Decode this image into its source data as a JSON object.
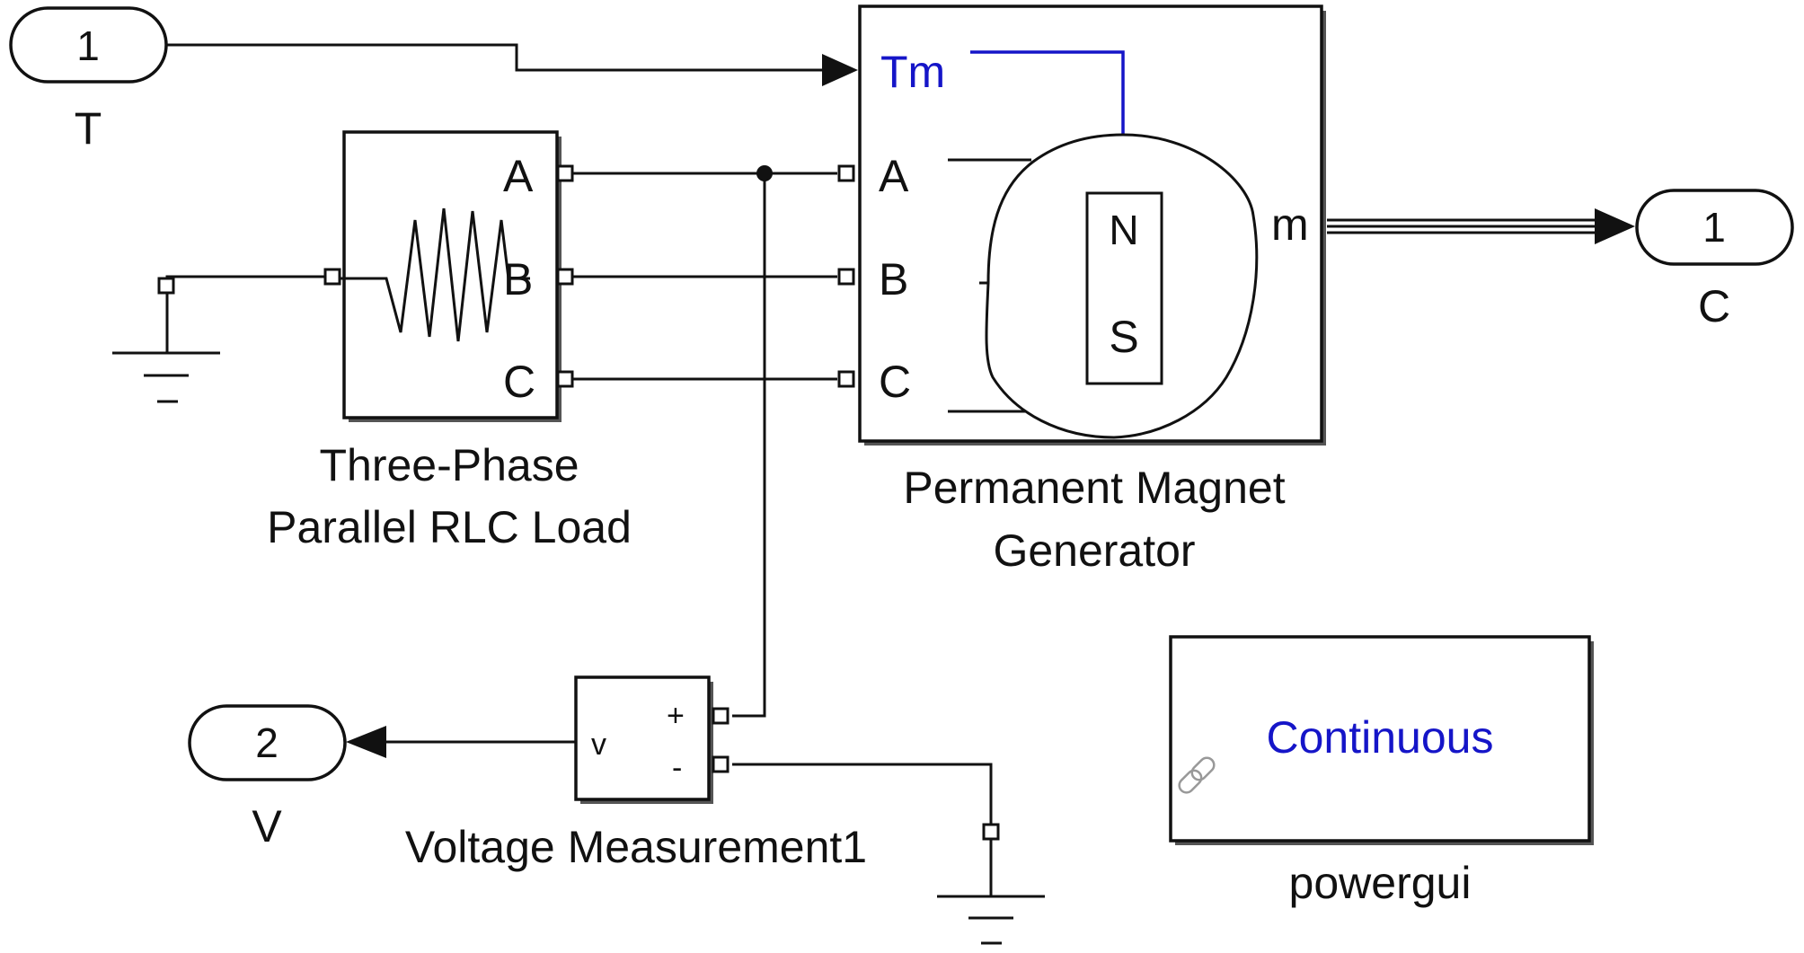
{
  "inports": [
    {
      "number": "1",
      "name": "T"
    }
  ],
  "outports": [
    {
      "number": "1",
      "name": "C"
    },
    {
      "number": "2",
      "name": "V"
    }
  ],
  "load_block": {
    "name_line1": "Three-Phase",
    "name_line2": "Parallel RLC Load",
    "ports": [
      "A",
      "B",
      "C"
    ]
  },
  "generator_block": {
    "name_line1": "Permanent Magnet",
    "name_line2": "Generator",
    "input_port": "Tm",
    "ports": [
      "A",
      "B",
      "C"
    ],
    "output_port": "m",
    "magnet_north": "N",
    "magnet_south": "S"
  },
  "voltage_block": {
    "name": "Voltage Measurement1",
    "symbol": "v",
    "plus": "+",
    "minus": "-"
  },
  "powergui_block": {
    "name": "powergui",
    "mode": "Continuous"
  },
  "colors": {
    "accent_blue": "#1515c8",
    "line": "#111111"
  }
}
